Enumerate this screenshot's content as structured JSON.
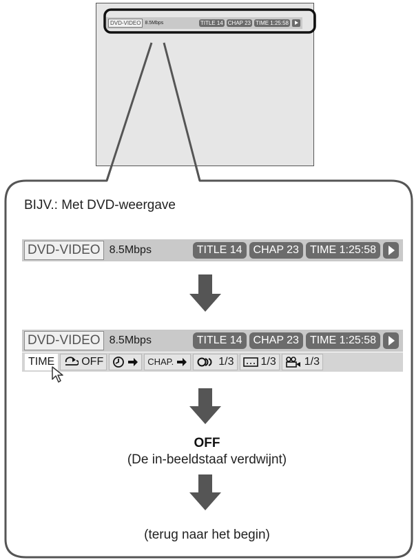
{
  "mini_bar": {
    "source": "DVD-VIDEO",
    "bitrate": "8.5Mbps",
    "title": "TITLE 14",
    "chapter": "CHAP 23",
    "time": "TIME 1:25:58"
  },
  "example_label": "BIJV.: Met DVD-weergave",
  "bar": {
    "source": "DVD-VIDEO",
    "bitrate": "8.5Mbps",
    "title": "TITLE 14",
    "chapter": "CHAP 23",
    "time": "TIME 1:25:58",
    "play_icon": "play-icon"
  },
  "subbar": {
    "items": [
      {
        "label": "TIME",
        "icon": "",
        "active": true
      },
      {
        "label": "OFF",
        "icon": "repeat-icon"
      },
      {
        "label": "",
        "icon": "clock-arrow-icon"
      },
      {
        "label": "CHAP.",
        "icon": "arrow-right-icon"
      },
      {
        "label": "1/3",
        "icon": "audio-icon"
      },
      {
        "label": "1/3",
        "icon": "subtitle-icon"
      },
      {
        "label": "1/3",
        "icon": "camera-angle-icon"
      }
    ]
  },
  "steps": {
    "off_label": "OFF",
    "off_description": "(De in-beeldstaaf verdwijnt)",
    "back_label": "(terug naar het begin)"
  },
  "colors": {
    "bar_bg": "#c9c9c9",
    "pill_bg": "#6b6b6b",
    "arrow": "#555555",
    "outline": "#555555"
  }
}
